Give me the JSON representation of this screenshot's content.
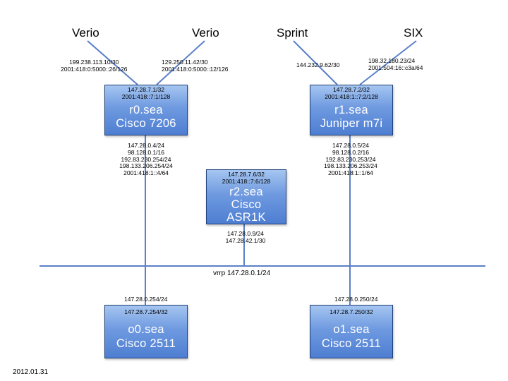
{
  "peers": {
    "verio_1": "Verio",
    "verio_2": "Verio",
    "sprint": "Sprint",
    "six": "SIX"
  },
  "uplinks": {
    "verio_1": [
      "199.238.113.10/30",
      "2001:418:0:5000::26/126"
    ],
    "verio_2": [
      "129.250.11.42/30",
      "2001:418:0:5000::12/126"
    ],
    "sprint": [
      "144.232.9.62/30"
    ],
    "six": [
      "198.32.180.23/24",
      "2001:504:16::c3a/64"
    ]
  },
  "routers": {
    "r0": {
      "loopback": [
        "147.28.7.1/32",
        "2001:418::7:1/128"
      ],
      "name": [
        "r0.sea",
        "Cisco 7206"
      ],
      "lan": [
        "147.28.0.4/24",
        "98.128.0.1/16",
        "192.83.230.254/24",
        "198.133.206.254/24",
        "2001:418:1::4/64"
      ]
    },
    "r1": {
      "loopback": [
        "147.28.7.2/32",
        "2001:418:1::7:2/128"
      ],
      "name": [
        "r1.sea",
        "Juniper m7i"
      ],
      "lan": [
        "147.28.0.5/24",
        "98.128.0.2/16",
        "192.83.230.253/24",
        "198.133.206.253/24",
        "2001:418:1::1/64"
      ]
    },
    "r2": {
      "loopback": [
        "147.28.7.6/32",
        "2001:418::7:6/128"
      ],
      "name": [
        "r2.sea",
        "Cisco",
        "ASR1K"
      ],
      "lan": [
        "147.28.0.9/24",
        "147.28.42.1/30"
      ]
    },
    "o0": {
      "loopback": [
        "147.28.7.254/32"
      ],
      "name": [
        "o0.sea",
        "Cisco 2511"
      ],
      "lan": [
        "147.28.0.254/24"
      ]
    },
    "o1": {
      "loopback": [
        "147.28.7.250/32"
      ],
      "name": [
        "o1.sea",
        "Cisco 2511"
      ],
      "lan": [
        "147.28.0.250/24"
      ]
    }
  },
  "lan_label": "vrrp 147.28.0.1/24",
  "date": "2012.01.31",
  "colors": {
    "box_fill": "#6f9ae0",
    "box_border": "#1f3f77",
    "link_line": "#5a80c8"
  }
}
